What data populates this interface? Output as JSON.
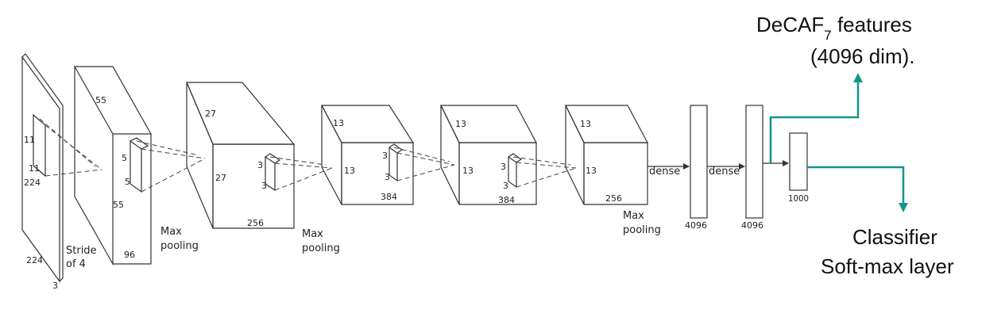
{
  "colors": {
    "line": "#333333",
    "accent": "#13958a",
    "background": "#ffffff"
  },
  "input": {
    "d_side": "224",
    "d_bottom": "224",
    "d_depth": "3",
    "k_a": "11",
    "k_b": "11"
  },
  "conv1": {
    "d_top": "55",
    "d_side": "55",
    "d_bottom": "96",
    "k_a": "5",
    "k_b": "5"
  },
  "conv2": {
    "d_top": "27",
    "d_side": "27",
    "d_bottom": "256",
    "k_a": "3",
    "k_b": "3"
  },
  "conv3": {
    "d_top": "13",
    "d_side": "13",
    "d_bottom": "384",
    "k_a": "3",
    "k_b": "3"
  },
  "conv4": {
    "d_top": "13",
    "d_side": "13",
    "d_bottom": "384",
    "k_a": "3",
    "k_b": "3"
  },
  "conv5": {
    "d_top": "13",
    "d_side": "13",
    "d_bottom": "256"
  },
  "captions": {
    "stride_1": "Stride",
    "stride_2": "of 4",
    "pool1_1": "Max",
    "pool1_2": "pooling",
    "pool2_1": "Max",
    "pool2_2": "pooling",
    "pool3_1": "Max",
    "pool3_2": "pooling",
    "dense1": "dense",
    "dense2": "dense"
  },
  "fc6": {
    "label": "4096"
  },
  "fc7": {
    "label": "4096"
  },
  "fc8": {
    "label": "1000"
  },
  "annotations": {
    "decaf_main": "DeCAF",
    "decaf_sub": "7",
    "decaf_rest": " features",
    "decaf_line2": "(4096 dim).",
    "classifier_line1": "Classifier",
    "classifier_line2": "Soft-max layer"
  }
}
